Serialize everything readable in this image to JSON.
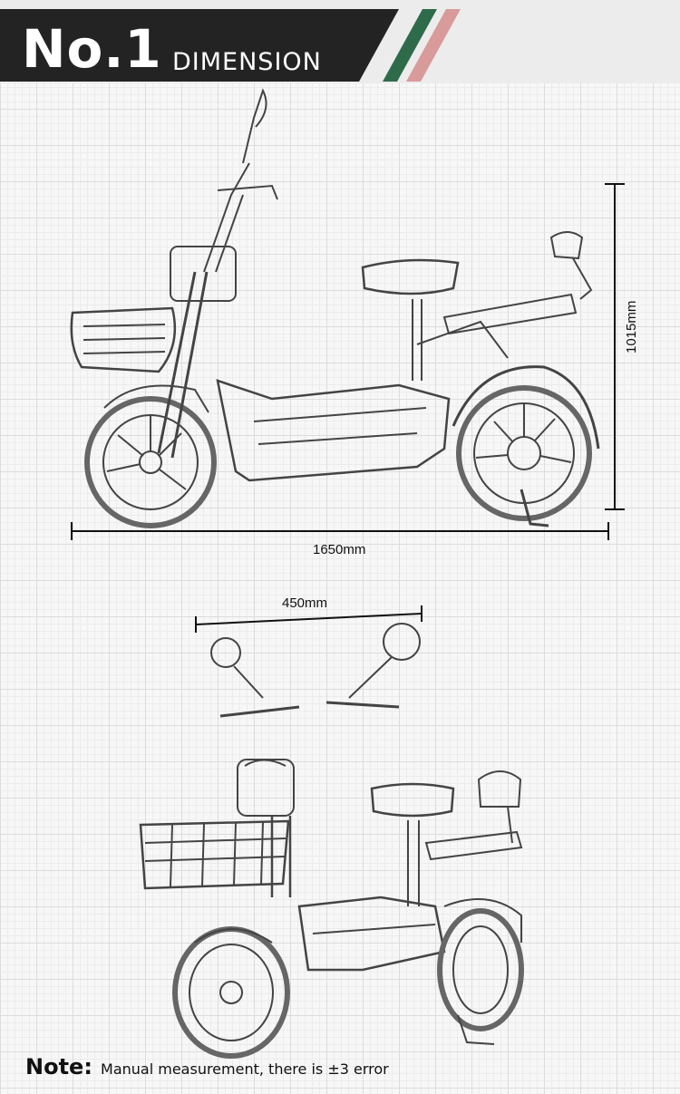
{
  "header": {
    "number": "No.1",
    "title": "DIMENSION"
  },
  "side_view": {
    "length_label": "1650mm",
    "height_label": "1015mm"
  },
  "front_view": {
    "mirror_width_label": "450mm"
  },
  "note": {
    "title": "Note:",
    "text": "Manual measurement, there is ±3 error"
  },
  "colors": {
    "header_dark": "#232323",
    "stripe_green": "#2e6b4a",
    "stripe_red": "#d99a9a",
    "line": "#111111"
  }
}
